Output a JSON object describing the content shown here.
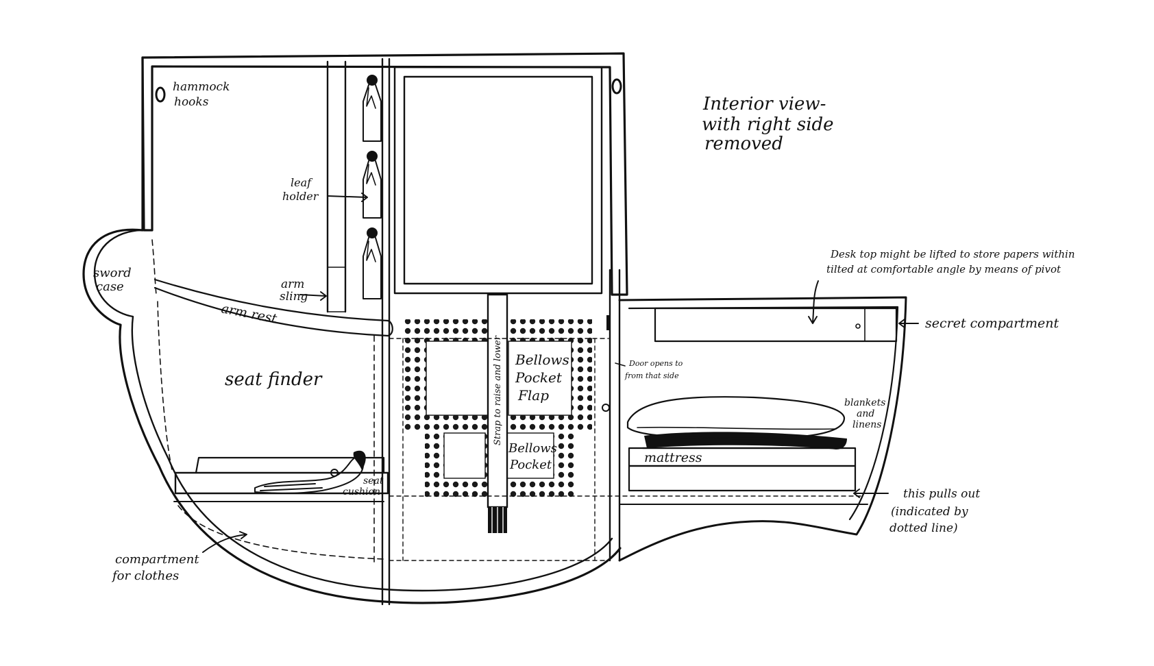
{
  "labels": {
    "title": [
      "Interior view-",
      "with right side",
      "removed"
    ],
    "hammock_hooks": [
      "hammock",
      "hooks"
    ],
    "leaf_holder": [
      "leaf",
      "holder"
    ],
    "arm_sling": [
      "arm",
      "sling"
    ],
    "sword_case": [
      "sword",
      "case"
    ],
    "arm_rest": "arm rest",
    "seat_finder": "seat finder",
    "seat_cushion": [
      "seat",
      "cushion"
    ],
    "compartment_clothes": [
      "compartment",
      "for clothes"
    ],
    "bellows_pocket_flap": [
      "Bellows",
      "Pocket",
      "Flap"
    ],
    "bellows_pocket": [
      "Bellows",
      "Pocket"
    ],
    "strap_vertical": "Strap to raise and lower",
    "door_opens": [
      "Door opens to",
      "from that side"
    ],
    "desk_top": [
      "Desk top might be lifted to store papers within",
      "tilted at comfortable angle by means of pivot"
    ],
    "secret_compartment": "secret compartment",
    "blankets_linens": [
      "blankets",
      "and",
      "linens"
    ],
    "mattress": "mattress",
    "pulls_out": [
      "this pulls out",
      "(indicated by",
      "dotted line)"
    ]
  }
}
